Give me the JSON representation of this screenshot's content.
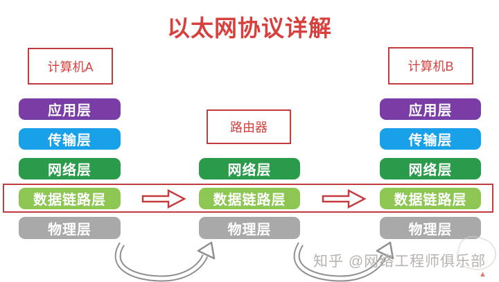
{
  "title": {
    "text": "以太网协议详解"
  },
  "nodes": {
    "computer_a": "计算机A",
    "router": "路由器",
    "computer_b": "计算机B"
  },
  "stacks": {
    "left": {
      "layers": [
        {
          "label": "应用层"
        },
        {
          "label": "传输层"
        },
        {
          "label": "网络层"
        },
        {
          "label": "数据链路层"
        },
        {
          "label": "物理层"
        }
      ]
    },
    "middle": {
      "layers": [
        {
          "label": "网络层"
        },
        {
          "label": "数据链路层"
        },
        {
          "label": "物理层"
        }
      ]
    },
    "right": {
      "layers": [
        {
          "label": "应用层"
        },
        {
          "label": "传输层"
        },
        {
          "label": "网络层"
        },
        {
          "label": "数据链路层"
        },
        {
          "label": "物理层"
        }
      ]
    }
  },
  "icons": {
    "flow_arrow_left": "right-block-arrow",
    "flow_arrow_right": "right-block-arrow",
    "physical_curve_left": "curved-arrow",
    "physical_curve_right": "curved-arrow"
  },
  "colors": {
    "title_red": "#d8403e",
    "outline_red": "#c23b3f",
    "application_purple": "#7a3da6",
    "transport_blue": "#18a0e8",
    "network_green": "#2a9b4b",
    "datalink_green": "#8dc653",
    "physical_gray": "#a9a9a9",
    "curve_gray": "#8f8f8f",
    "watermark_gray": "#b7b2af"
  },
  "watermark": {
    "text": "知乎 @网络工程师俱乐部",
    "logo_glyph": "▲"
  }
}
